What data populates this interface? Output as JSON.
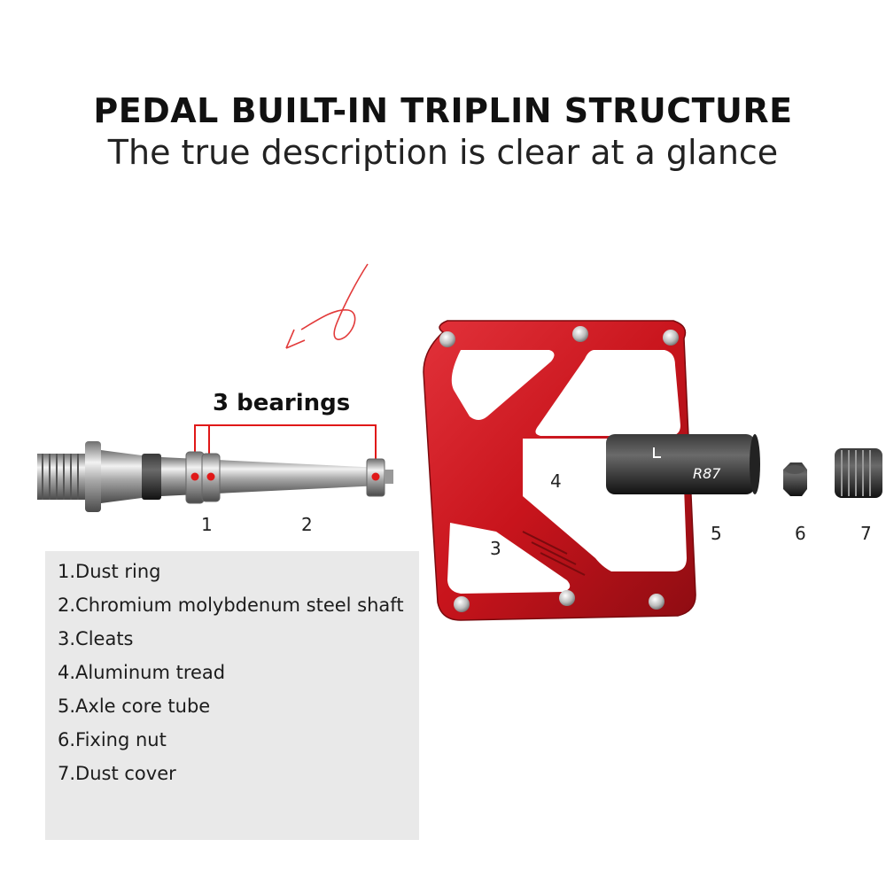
{
  "header": {
    "title": "PEDAL BUILT-IN TRIPLIN STRUCTURE",
    "subtitle": "The true description is clear at a glance"
  },
  "callout": {
    "bearings_label": "3 bearings"
  },
  "part_numbers": [
    "1",
    "2",
    "3",
    "4",
    "5",
    "6",
    "7"
  ],
  "legend": {
    "items": [
      "1.Dust ring",
      "2.Chromium molybdenum steel shaft",
      "3.Cleats",
      "4.Aluminum tread",
      "5.Axle core tube",
      "6.Fixing nut",
      "7.Dust cover"
    ]
  },
  "tube_marking": "R87",
  "colors": {
    "pedal_red": "#c8141c",
    "steel": "#b8b8b8",
    "pointer_red": "#e01818",
    "legend_bg": "#e9e9e9"
  }
}
